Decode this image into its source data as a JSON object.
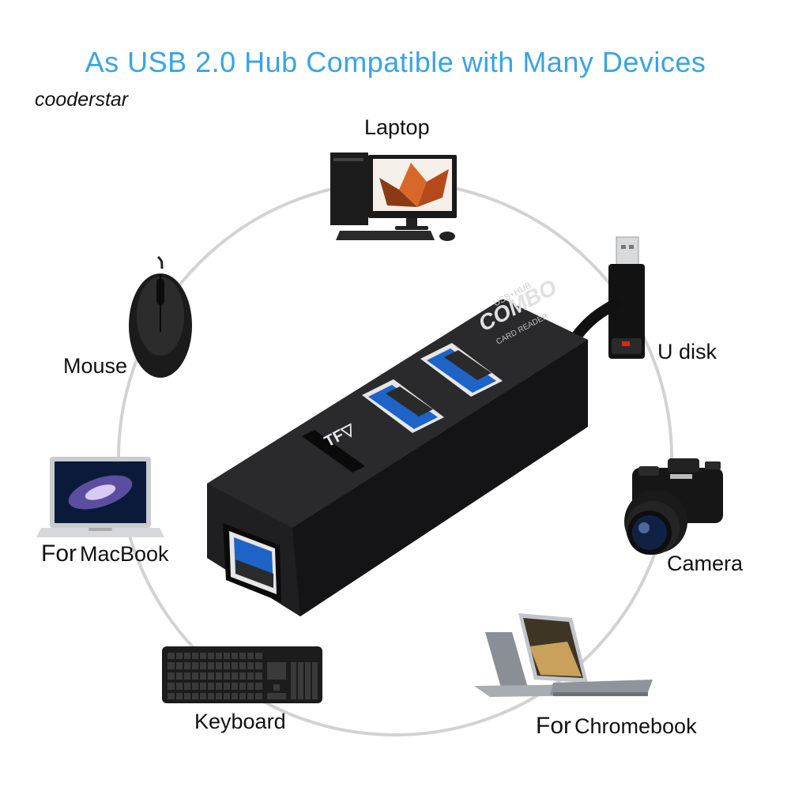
{
  "header": {
    "title": "As USB 2.0 Hub Compatible with Many Devices",
    "brand": "cooderstar"
  },
  "devices": {
    "laptop": "Laptop",
    "udisk": "U disk",
    "mouse": "Mouse",
    "macbook_prefix": "For",
    "macbook": "MacBook",
    "camera": "Camera",
    "keyboard": "Keyboard",
    "chromebook_prefix": "For",
    "chromebook": "Chromebook"
  },
  "hub": {
    "top_line": "USB+HUB",
    "brand": "COMBO",
    "sub_line": "CARD READER",
    "slot_label": "TF▽"
  },
  "colors": {
    "title": "#3aa3e3",
    "usb_blue": "#1e63c6",
    "hub_body": "#1b1b1d",
    "circle": "#cfcfcf"
  }
}
